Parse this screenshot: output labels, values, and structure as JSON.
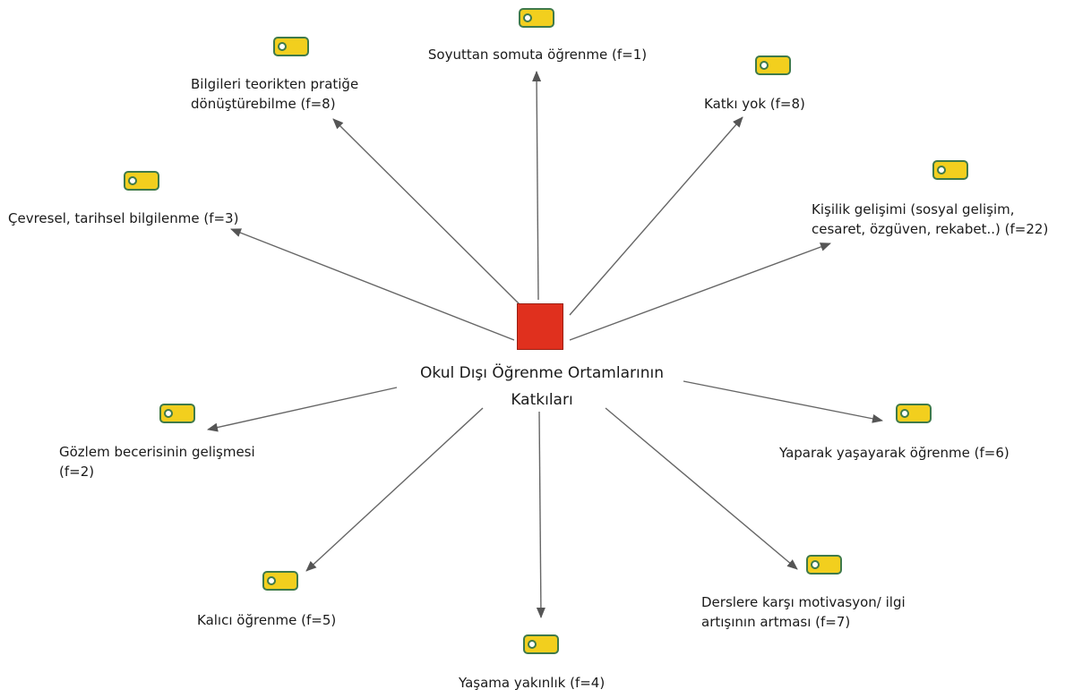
{
  "center": {
    "line1": "Okul Dışı Öğrenme Ortamlarının",
    "line2": "Katkıları"
  },
  "nodes": [
    {
      "id": "soyuttan",
      "lines": [
        "Soyuttan somuta öğrenme (f=1)"
      ]
    },
    {
      "id": "bilgileri",
      "lines": [
        "Bilgileri teorikten pratiğe",
        "dönüştürebilme (f=8)"
      ]
    },
    {
      "id": "katki-yok",
      "lines": [
        "Katkı yok (f=8)"
      ]
    },
    {
      "id": "cevresel",
      "lines": [
        "Çevresel, tarihsel bilgilenme (f=3)"
      ]
    },
    {
      "id": "kisilik",
      "lines": [
        "Kişilik gelişimi (sosyal gelişim,",
        "cesaret, özgüven, rekabet..) (f=22)"
      ]
    },
    {
      "id": "gozlem",
      "lines": [
        "Gözlem becerisinin gelişmesi",
        "(f=2)"
      ]
    },
    {
      "id": "yaparak",
      "lines": [
        "Yaparak yaşayarak öğrenme (f=6)"
      ]
    },
    {
      "id": "kalici",
      "lines": [
        "Kalıcı öğrenme (f=5)"
      ]
    },
    {
      "id": "derslere",
      "lines": [
        "Derslere karşı motivasyon/ ilgi",
        "artışının artması (f=7)"
      ]
    },
    {
      "id": "yasama",
      "lines": [
        "Yaşama yakınlık (f=4)"
      ]
    }
  ],
  "colors": {
    "center": "#e0301e",
    "tag_fill": "#f2cf1e",
    "tag_stroke": "#3f7a4a",
    "edge": "#555555"
  },
  "icons": {
    "code_tag": "tag-icon"
  }
}
